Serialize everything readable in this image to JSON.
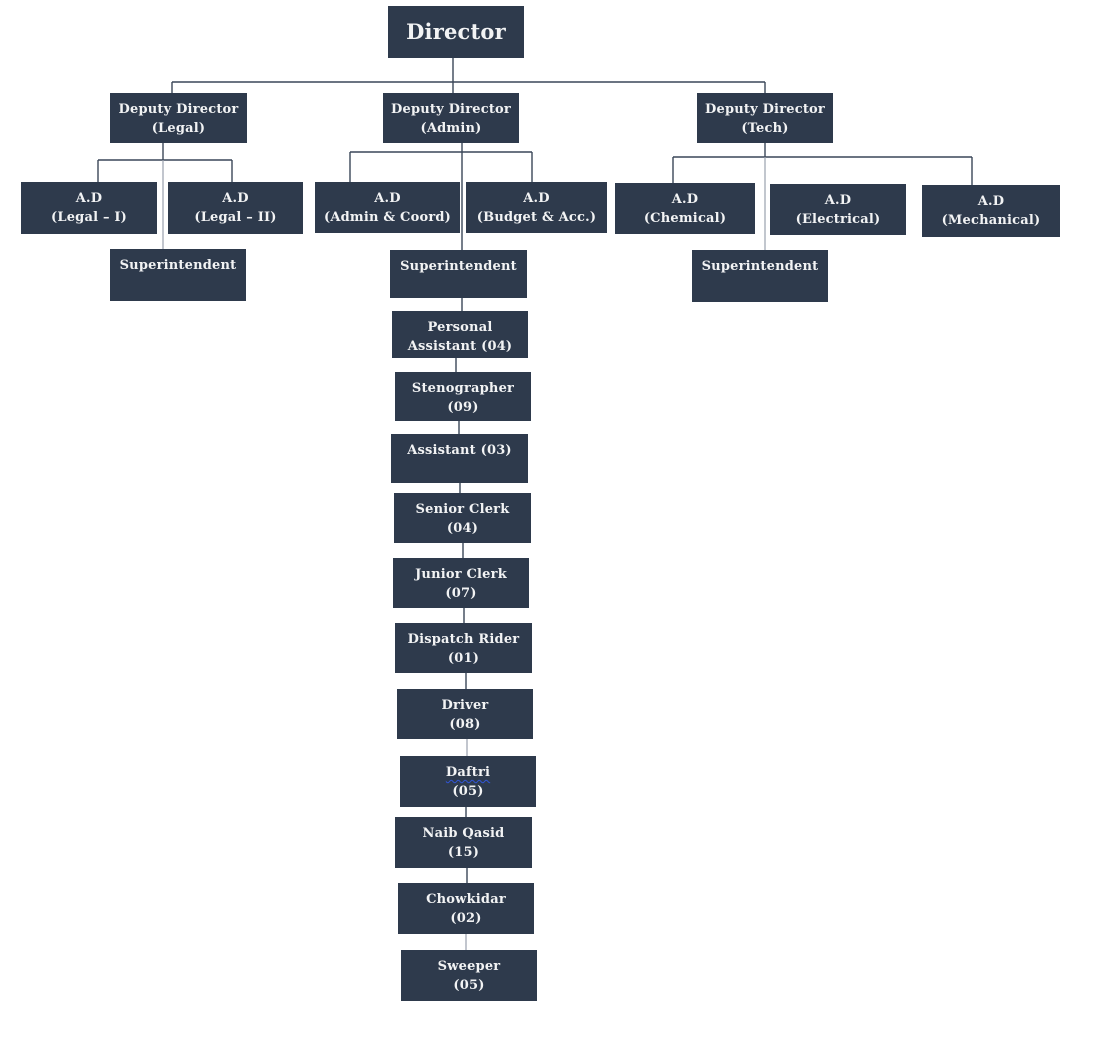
{
  "colors": {
    "page_bg": "#ffffff",
    "node_fill": "#2e3a4c",
    "node_text": "#f2f3f4",
    "wire": "#3a4658",
    "wire_light": "#9aa1ad",
    "squiggle": "#3055d8"
  },
  "nodes": {
    "director": {
      "lines": [
        "Director"
      ]
    },
    "dd_legal": {
      "lines": [
        "Deputy Director",
        "(Legal)"
      ]
    },
    "dd_admin": {
      "lines": [
        "Deputy Director",
        "(Admin)"
      ]
    },
    "dd_tech": {
      "lines": [
        "Deputy Director",
        "(Tech)"
      ]
    },
    "ad_legal_1": {
      "lines": [
        "A.D",
        "(Legal – I)"
      ]
    },
    "ad_legal_2": {
      "lines": [
        "A.D",
        "(Legal – II)"
      ]
    },
    "ad_admin_coord": {
      "lines": [
        "A.D",
        "(Admin & Coord)"
      ]
    },
    "ad_budget_acc": {
      "lines": [
        "A.D",
        "(Budget & Acc.)"
      ]
    },
    "ad_chemical": {
      "lines": [
        "A.D",
        "(Chemical)"
      ]
    },
    "ad_electrical": {
      "lines": [
        "A.D",
        "(Electrical)"
      ]
    },
    "ad_mechanical": {
      "lines": [
        "A.D",
        "(Mechanical)"
      ]
    },
    "sup_legal": {
      "lines": [
        "Superintendent"
      ]
    },
    "sup_admin": {
      "lines": [
        "Superintendent"
      ]
    },
    "sup_tech": {
      "lines": [
        "Superintendent"
      ]
    },
    "personal_assistant": {
      "lines": [
        "Personal",
        "Assistant (04)"
      ]
    },
    "stenographer": {
      "lines": [
        "Stenographer",
        "(09)"
      ]
    },
    "assistant": {
      "lines": [
        "Assistant (03)"
      ]
    },
    "senior_clerk": {
      "lines": [
        "Senior Clerk",
        "(04)"
      ]
    },
    "junior_clerk": {
      "lines": [
        "Junior Clerk",
        "(07)"
      ]
    },
    "dispatch_rider": {
      "lines": [
        "Dispatch Rider",
        "(01)"
      ]
    },
    "driver": {
      "lines": [
        "Driver",
        "(08)"
      ]
    },
    "daftri": {
      "lines": [
        "Daftri",
        "(05)"
      ]
    },
    "naib_qasid": {
      "lines": [
        "Naib Qasid",
        "(15)"
      ]
    },
    "chowkidar": {
      "lines": [
        "Chowkidar",
        "(02)"
      ]
    },
    "sweeper": {
      "lines": [
        "Sweeper",
        "(05)"
      ]
    }
  }
}
